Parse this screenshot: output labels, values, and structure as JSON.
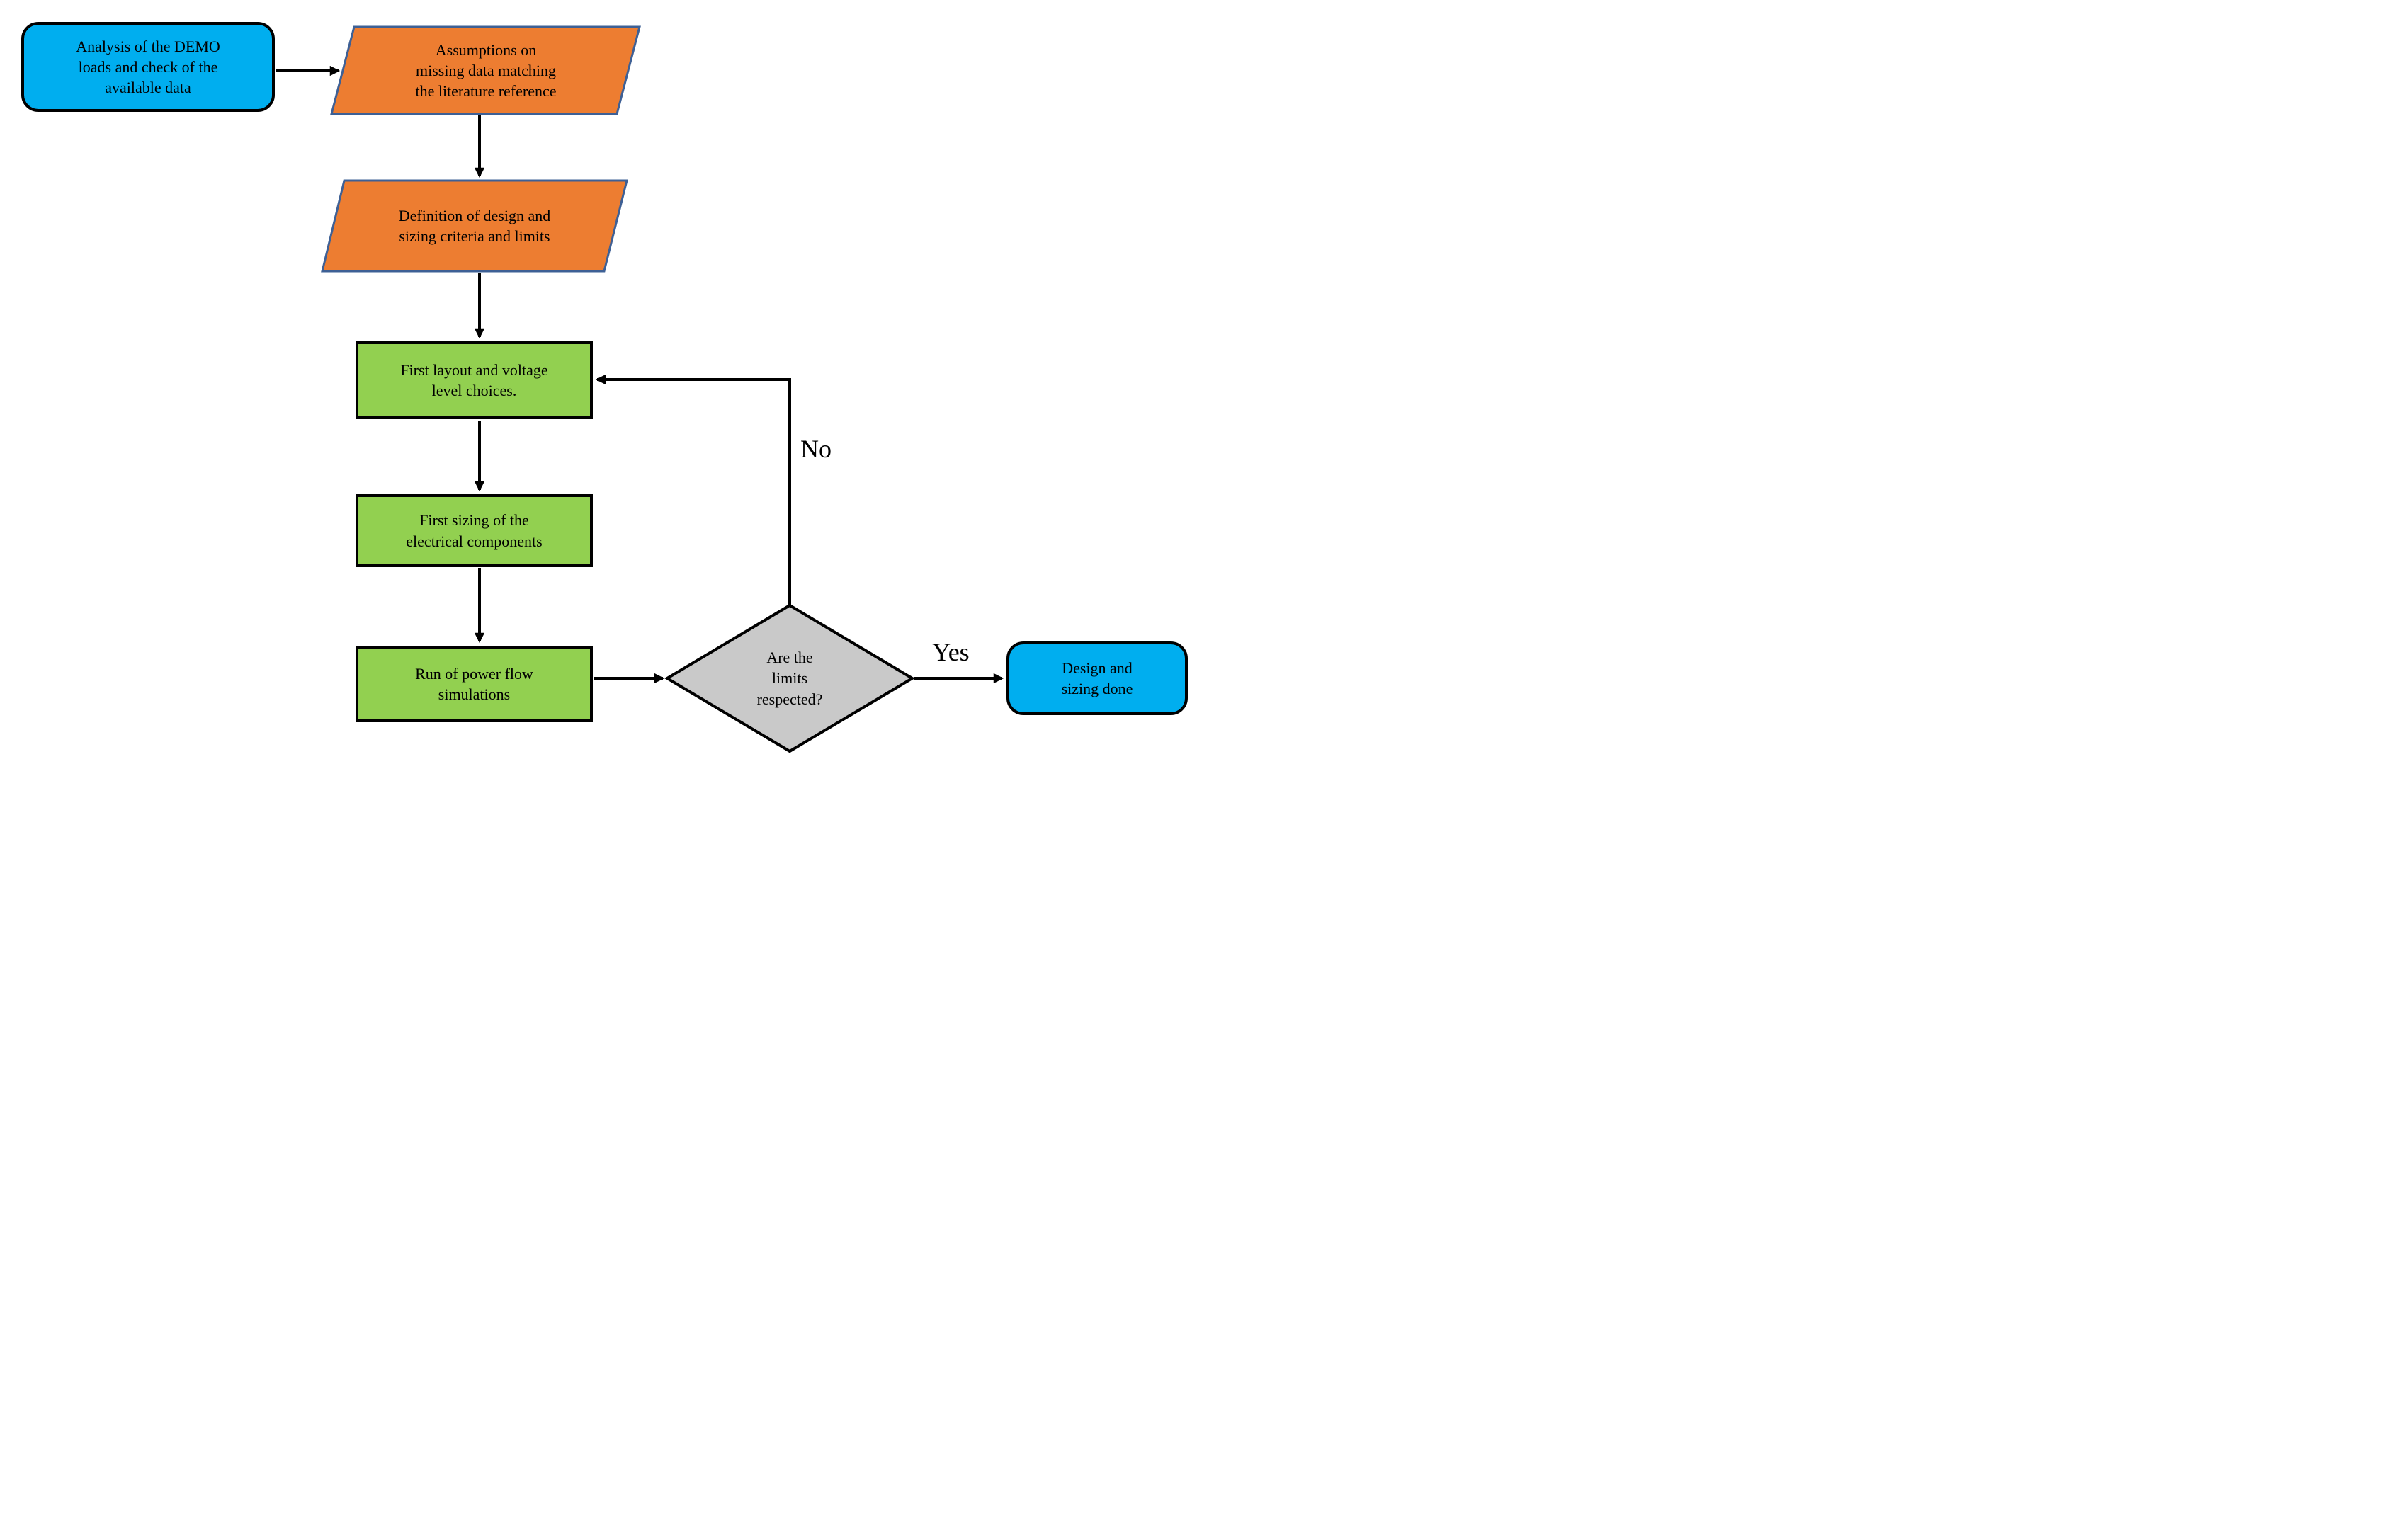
{
  "figure": {
    "type": "flowchart",
    "description": "Design and sizing procedure flowchart"
  },
  "colors": {
    "process_blue": "#00AEEF",
    "io_orange": "#ED7D31",
    "io_border": "#3E6095",
    "step_green": "#92D050",
    "decision_gray": "#C9C9C9",
    "line_black": "#000000"
  },
  "nodes": {
    "analysis": {
      "shape": "rounded-rectangle",
      "label": "Analysis of the DEMO\nloads and check of the\navailable data"
    },
    "assumptions": {
      "shape": "parallelogram",
      "label": "Assumptions on\nmissing data matching\nthe literature reference"
    },
    "criteria": {
      "shape": "parallelogram",
      "label": "Definition of design and\nsizing criteria and limits"
    },
    "layout": {
      "shape": "rectangle",
      "label": "First layout and voltage\nlevel choices."
    },
    "sizing": {
      "shape": "rectangle",
      "label": "First sizing of the\nelectrical components"
    },
    "powerflow": {
      "shape": "rectangle",
      "label": "Run of power flow\nsimulations"
    },
    "decision": {
      "shape": "diamond",
      "label": "Are the\nlimits\nrespected?"
    },
    "done": {
      "shape": "rounded-rectangle",
      "label": "Design and\nsizing done"
    }
  },
  "edge_labels": {
    "yes": "Yes",
    "no": "No"
  }
}
